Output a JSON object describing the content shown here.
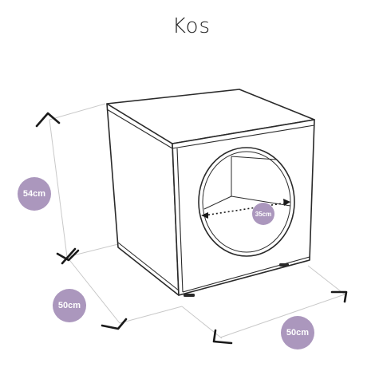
{
  "title": "Kos",
  "colors": {
    "badge": "#ab97bd",
    "line": "#2a2a2a",
    "dim": "#c9c9c9"
  },
  "dimensions": {
    "height": "54cm",
    "depth": "50cm",
    "width": "50cm",
    "opening": "35cm"
  }
}
